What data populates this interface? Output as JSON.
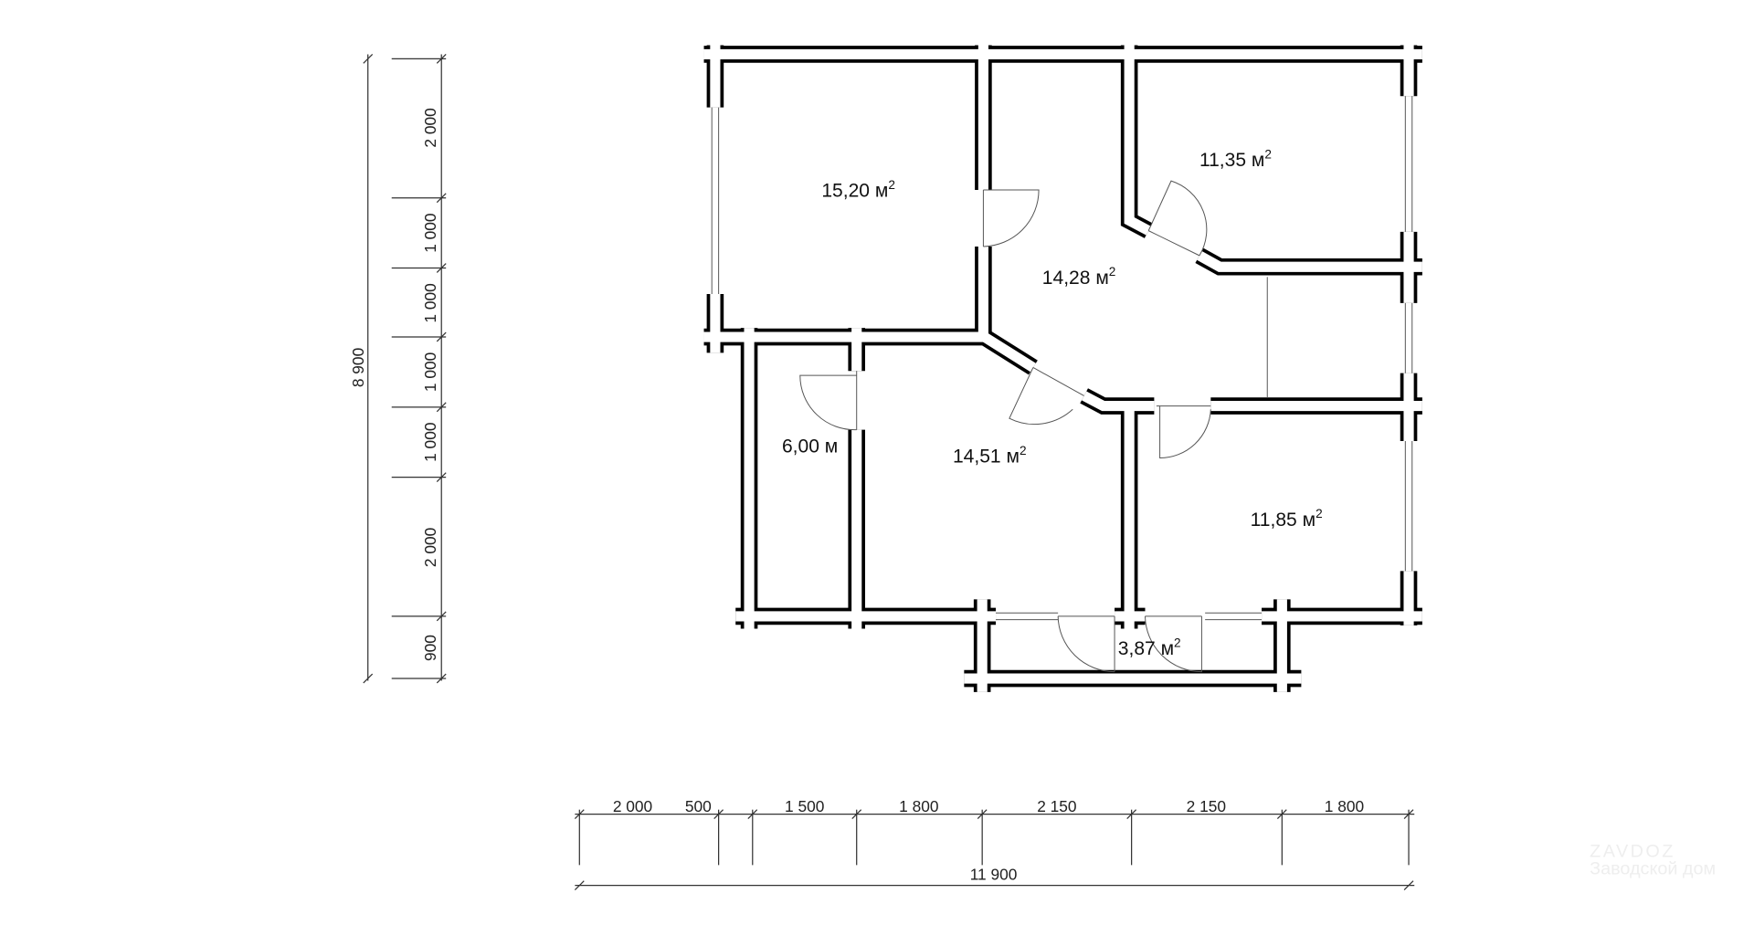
{
  "rooms": [
    {
      "label": "15,20 м",
      "sup": "2"
    },
    {
      "label": "11,35 м",
      "sup": "2"
    },
    {
      "label": "14,28 м",
      "sup": "2"
    },
    {
      "label": "6,00 м",
      "sup": ""
    },
    {
      "label": "14,51 м",
      "sup": "2"
    },
    {
      "label": "11,85 м",
      "sup": "2"
    },
    {
      "label": "3,87 м",
      "sup": "2"
    }
  ],
  "left_dims": [
    "2 000",
    "1 000",
    "1 000",
    "1 000",
    "1 000",
    "2 000",
    "900"
  ],
  "left_total": "8 900",
  "bottom_dims": [
    "2 000",
    "500",
    "1 500",
    "1 800",
    "2 150",
    "2 150",
    "1 800"
  ],
  "bottom_total": "11 900",
  "watermark": {
    "name": "ZAVDOZ",
    "sub": "Заводской дом"
  },
  "colors": {
    "wall": "#000000",
    "background": "#ffffff"
  }
}
